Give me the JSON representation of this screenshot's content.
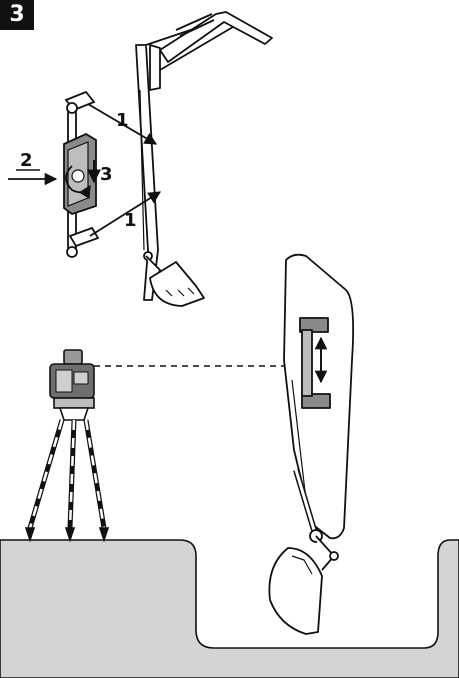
{
  "figure": {
    "step_number": "3",
    "callouts": {
      "bracket_arrow_top": "1",
      "bracket_arrow_bottom": "1",
      "insert_arrow": "2",
      "rotate_arrow": "3"
    }
  },
  "colors": {
    "ink": "#111111",
    "ground": "#d4d4d4",
    "badge": "#111111",
    "detector_gray": "#8a8a8a"
  }
}
